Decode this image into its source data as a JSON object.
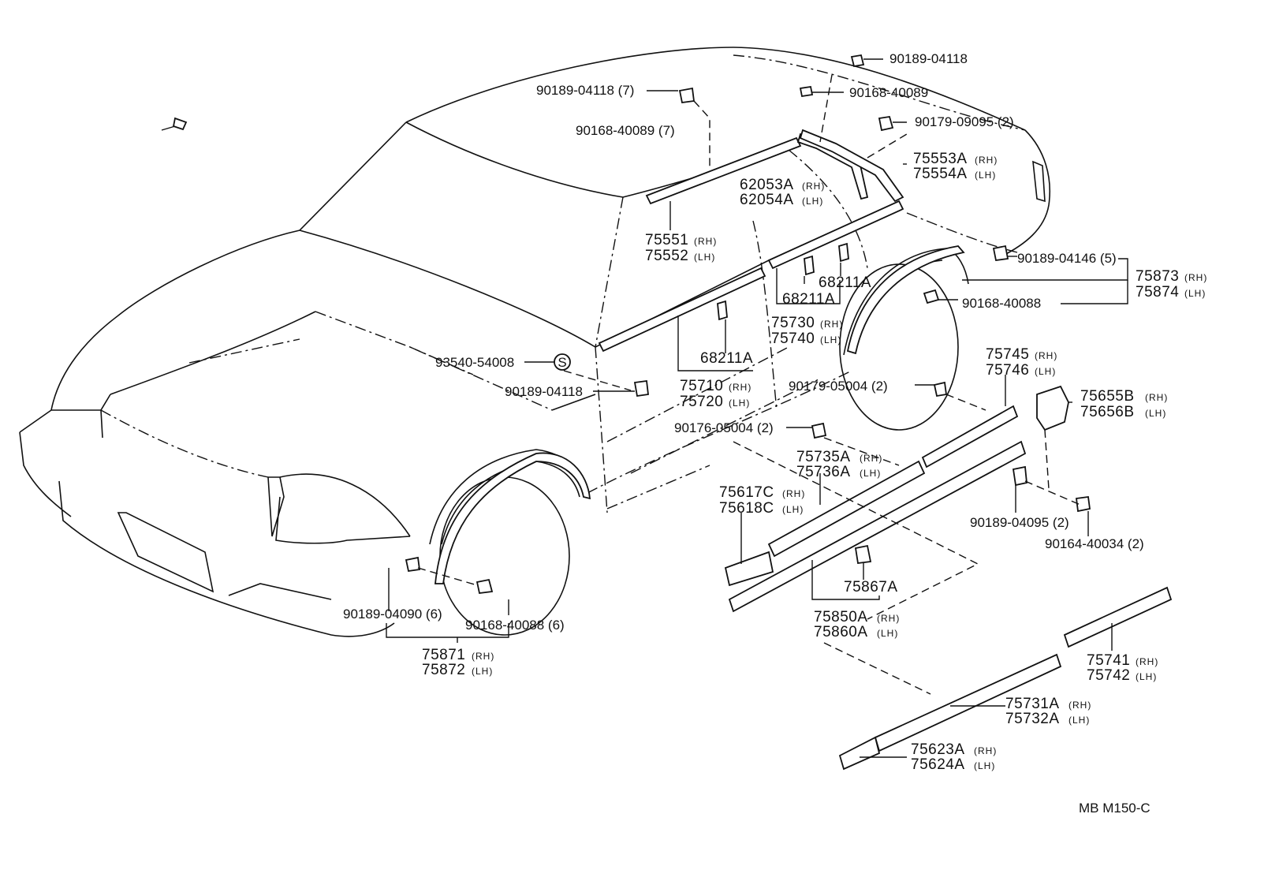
{
  "labels": {
    "p_9018904118_top": "90189-04118",
    "p_9016840089_top": "90168-40089",
    "p_9017909095": "90179-09095 (2)",
    "p_9018904118_7": "90189-04118 (7)",
    "p_9016840089_7": "90168-40089 (7)",
    "p_75553A": "75553A",
    "p_75554A": "75554A",
    "p_62053A": "62053A",
    "p_62054A": "62054A",
    "p_75551": "75551",
    "p_75552": "75552",
    "p_68211A_1": "68211A",
    "p_68211A_2": "68211A",
    "p_68211A_3": "68211A",
    "p_9018904146": "90189-04146 (5)",
    "p_75873": "75873",
    "p_75874": "75874",
    "p_9016840088_r": "90168-40088",
    "p_75730": "75730",
    "p_75740": "75740",
    "p_9354054008": "93540-54008",
    "p_9018904118_mid": "90189-04118",
    "p_75710": "75710",
    "p_75720": "75720",
    "p_9017905004": "90179-05004 (2)",
    "p_75745": "75745",
    "p_75746": "75746",
    "p_75655B": "75655B",
    "p_75656B": "75656B",
    "p_9017605004": "90176-05004 (2)",
    "p_75735A": "75735A",
    "p_75736A": "75736A",
    "p_75617C": "75617C",
    "p_75618C": "75618C",
    "p_9018904095": "90189-04095 (2)",
    "p_9016440034": "90164-40034 (2)",
    "p_75867A": "75867A",
    "p_9018904090": "90189-04090 (6)",
    "p_9016840088_6": "90168-40088 (6)",
    "p_75850A": "75850A",
    "p_75860A": "75860A",
    "p_75871": "75871",
    "p_75872": "75872",
    "p_75741": "75741",
    "p_75742": "75742",
    "p_75731A": "75731A",
    "p_75732A": "75732A",
    "p_75623A": "75623A",
    "p_75624A": "75624A",
    "rh": "(RH)",
    "lh": "(LH)",
    "ref_code": "MB  M150-C",
    "s_symbol": "S"
  }
}
